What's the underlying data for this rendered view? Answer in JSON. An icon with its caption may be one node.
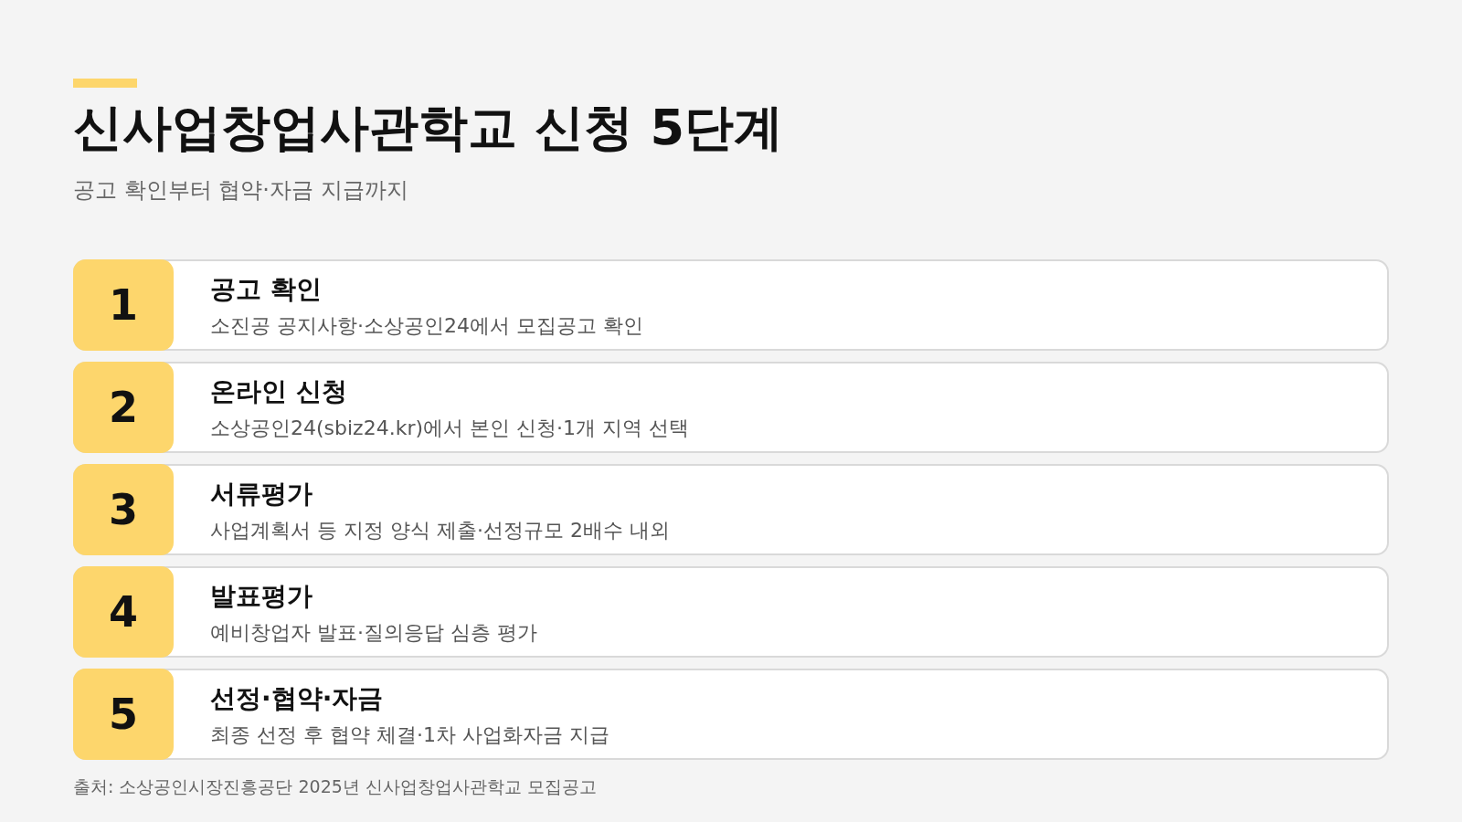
{
  "diagram": {
    "title": "신사업창업사관학교 신청 5단계",
    "nodes": [
      {
        "text": [
          "공고 확인",
          "소진공 공지사항·소상공인24에서 모집공고 확인"
        ]
      },
      {
        "text": [
          "1"
        ],
        "in": 0
      },
      {
        "text": [
          "온라인 신청",
          "소상공인24(sbiz24.kr)에서 본인 신청·1개 지역 선택"
        ]
      },
      {
        "text": [
          "2"
        ],
        "in": 2
      },
      {
        "text": [
          "서류평가",
          "사업계획서 등 지정 양식 제출·선정규모 2배수 내외"
        ]
      },
      {
        "text": [
          "3"
        ],
        "in": 4
      },
      {
        "text": [
          "발표평가",
          "예비창업자 발표·질의응답 심층 평가"
        ]
      },
      {
        "text": [
          "4"
        ],
        "in": 6
      },
      {
        "text": [
          "선정·협약·자금",
          "최종 선정 후 협약 체결·1차 사업화자금 지급"
        ]
      },
      {
        "text": [
          "5"
        ],
        "in": 8
      }
    ],
    "labels": [
      "공고 확인부터 협약·자금 지급까지",
      "출처: 소상공인시장진흥공단 2025년 신사업창업사관학교 모집공고"
    ]
  }
}
